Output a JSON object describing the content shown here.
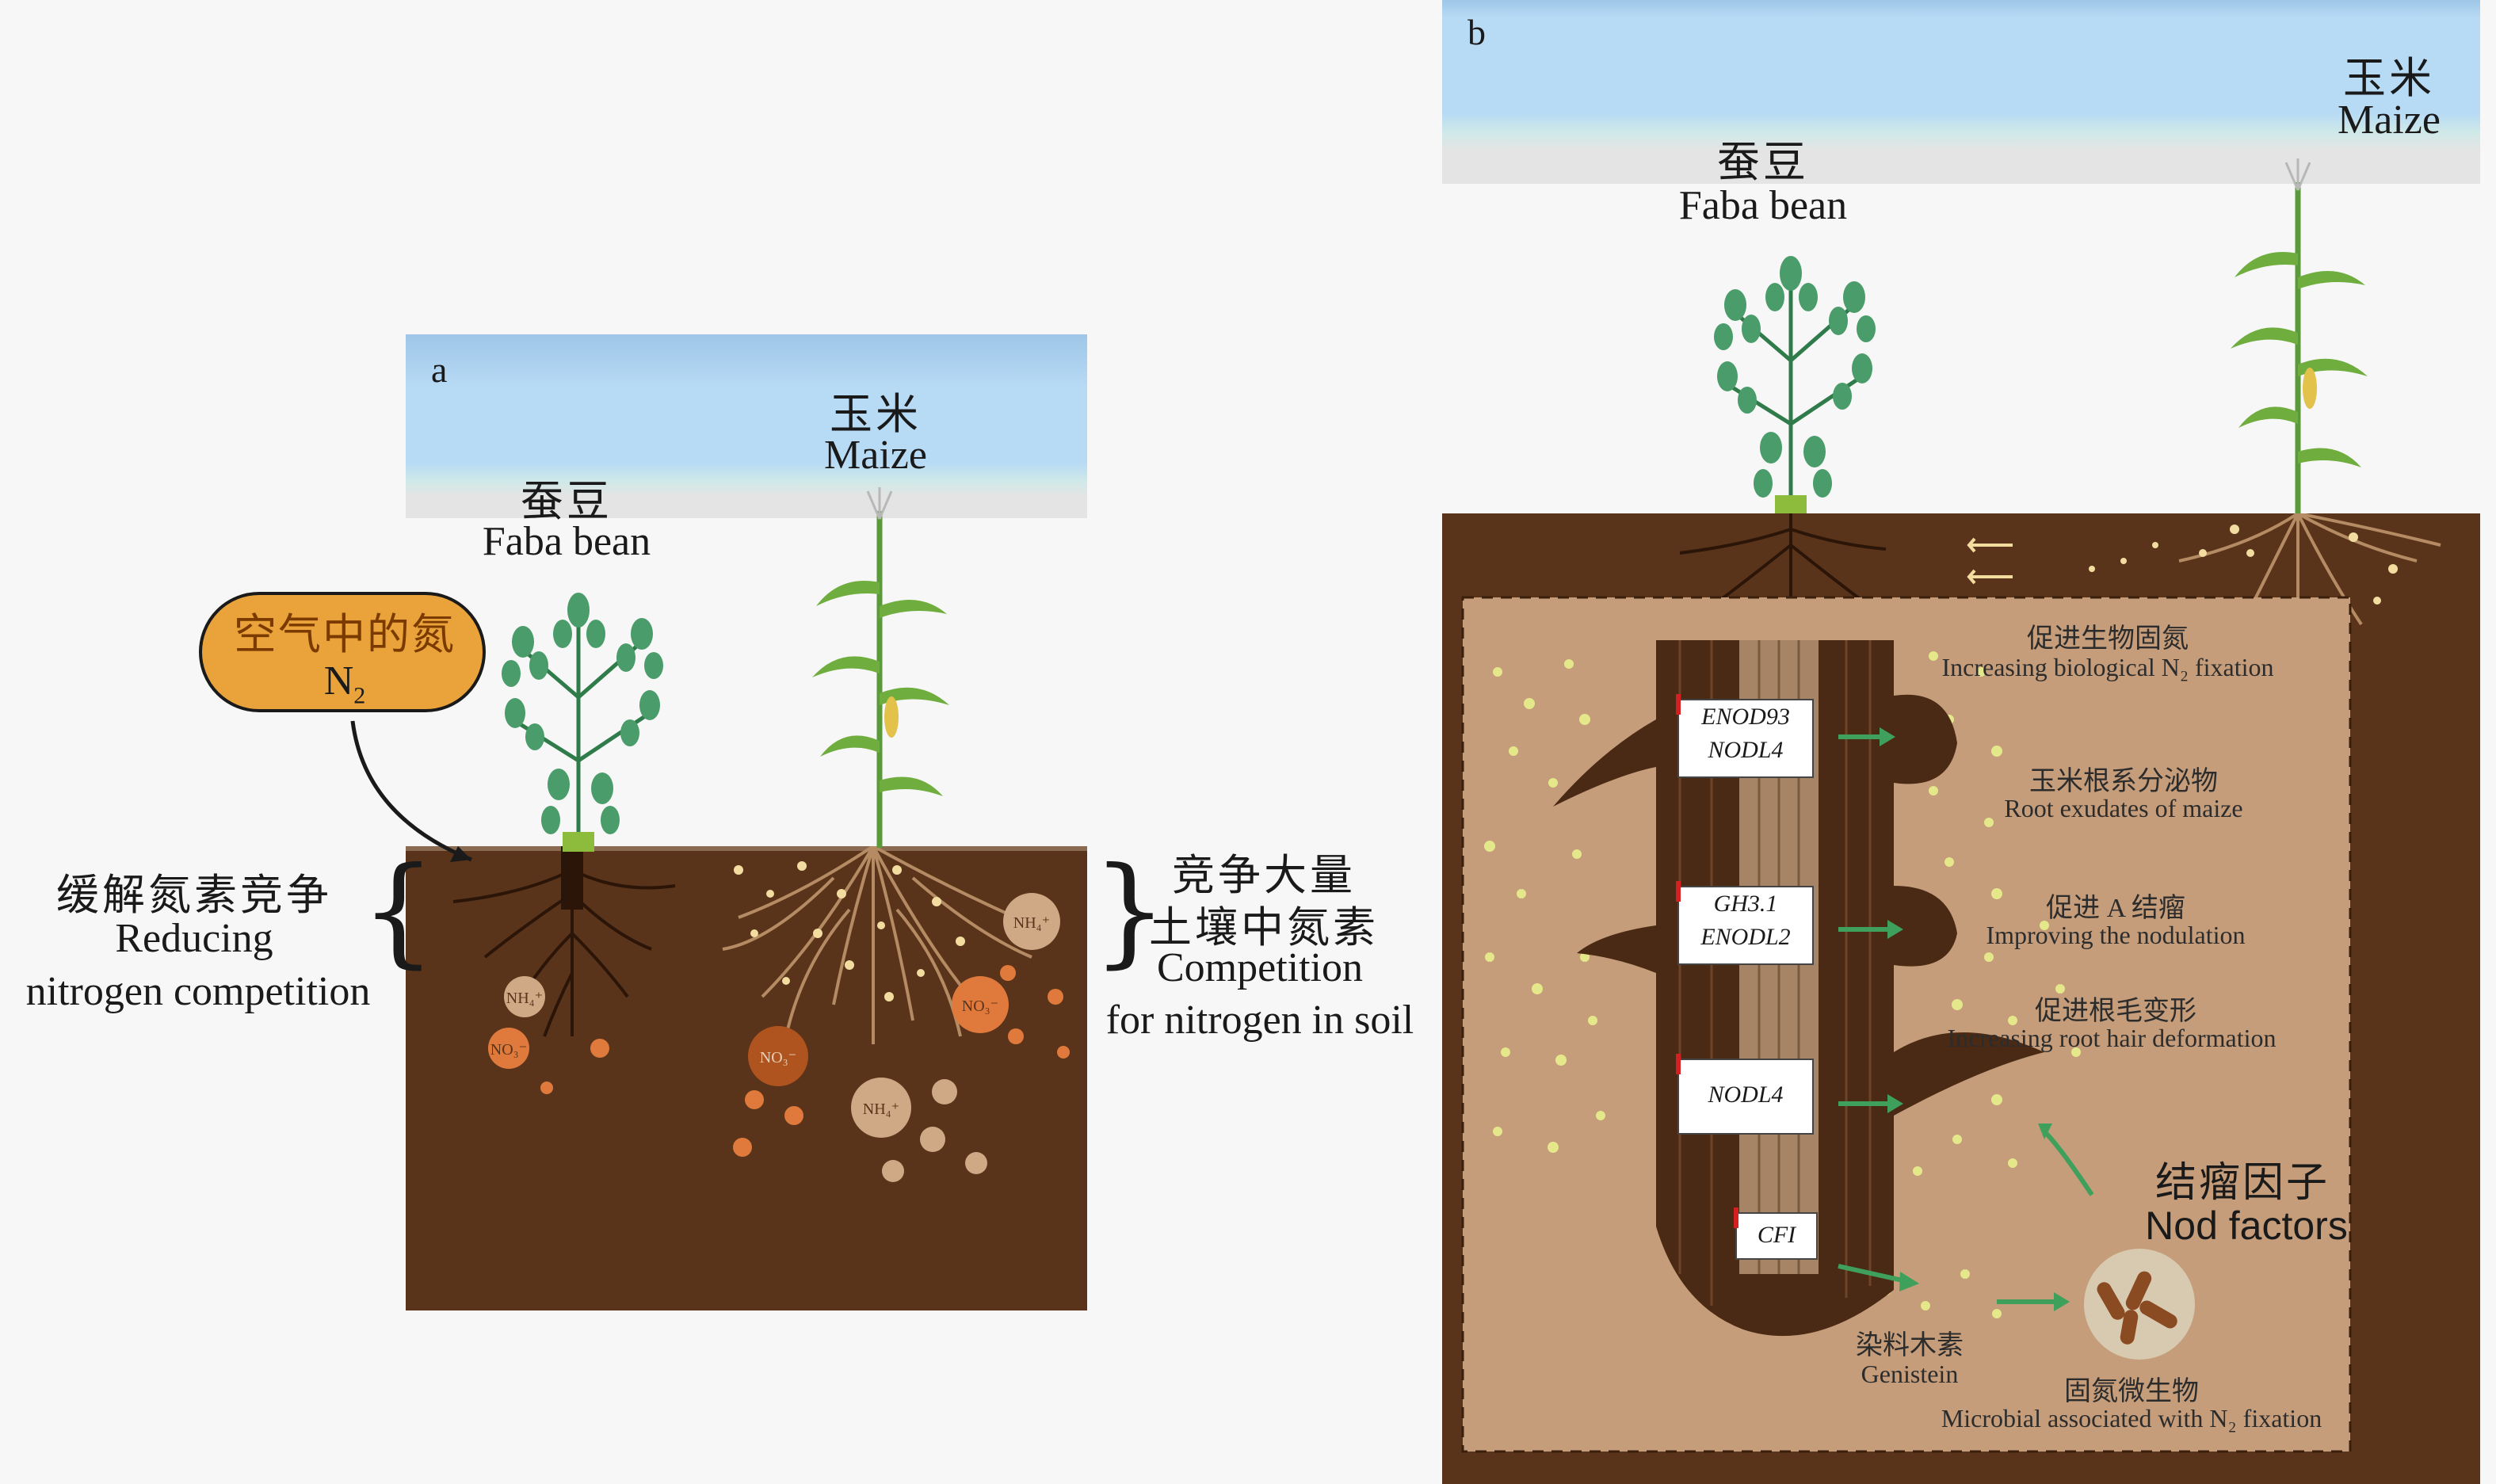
{
  "panel_a": {
    "letter": "a",
    "faba_zh": "蚕豆",
    "faba_en": "Faba bean",
    "maize_zh": "玉米",
    "maize_en": "Maize",
    "air_n_zh": "空气中的氮",
    "air_n_formula": "N",
    "air_n_sub": "2",
    "left_brace_zh": "缓解氮素竞争",
    "left_brace_en1": "Reducing",
    "left_brace_en2": "nitrogen competition",
    "right_brace_zh1": "竞争大量",
    "right_brace_zh2": "土壤中氮素",
    "right_brace_en1": "Competition",
    "right_brace_en2": "for nitrogen in soil",
    "ion_nh4": "NH₄⁺",
    "ion_no3": "NO₃⁻"
  },
  "panel_b": {
    "letter": "b",
    "faba_zh": "蚕豆",
    "faba_en": "Faba bean",
    "maize_zh": "玉米",
    "maize_en": "Maize",
    "labels": {
      "bnf_zh": "促进生物固氮",
      "bnf_en": "Increasing biological N₂ fixation",
      "exudate_zh": "玉米根系分泌物",
      "exudate_en": "Root exudates of maize",
      "nodulation_zh": "促进 A 结瘤",
      "nodulation_en": "Improving the nodulation",
      "hair_zh": "促进根毛变形",
      "hair_en": "Increasing root hair deformation",
      "nod_zh": "结瘤因子",
      "nod_en": "Nod factors",
      "genistein_zh": "染料木素",
      "genistein_en": "Genistein",
      "microbe_zh": "固氮微生物",
      "microbe_en": "Microbial associated with N₂ fixation"
    },
    "genes": [
      {
        "line1": "ENOD93",
        "line2": "NODL4"
      },
      {
        "line1": "GH3.1",
        "line2": "ENODL2"
      },
      {
        "line1": "NODL4",
        "line2": ""
      },
      {
        "line1": "CFI",
        "line2": ""
      }
    ]
  },
  "colors": {
    "soil_dark": "#5a341a",
    "soil_light": "#c59d7a",
    "sky": "#b7d9f3",
    "air_n_fill": "#e9a33a",
    "arrow_green": "#3ea05a",
    "leaf_green": "#3f8f5c"
  }
}
